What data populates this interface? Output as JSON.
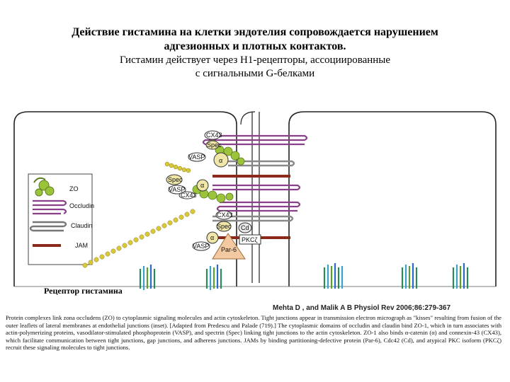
{
  "header": {
    "line1": "Действие гистамина на клетки эндотелия сопровождается нарушением",
    "line2": "адгезионных и плотных контактов.",
    "line3": "Гистамин действует через Н1-рецепторы, ассоциированные",
    "line4": "с сигнальными G-белками"
  },
  "legend": {
    "zo": "ZO",
    "occludin": "Occludin",
    "claudin": "Claudin",
    "jam": "JAM"
  },
  "proteins": {
    "cx43_a": "CX43",
    "spec_a": "Spec",
    "vasp_a": "VASP",
    "alpha_a": "α",
    "spec_b": "Spec",
    "vasp_b": "VASP",
    "cx43_b": "CX43",
    "alpha_b": "α",
    "cx43_c": "CX43",
    "spec_c": "Spec",
    "cd": "Cd",
    "pkc": "PKCζ",
    "par6": "Par-6",
    "vasp_c": "VASP",
    "alpha_c": "α"
  },
  "receptor_label": "Рецептор гистамина",
  "citation": "Mehta D , and Malik A B Physiol Rev 2006;86:279-367",
  "caption": "Protein complexes link zona occludens (ZO) to cytoplasmic signaling molecules and actin cytoskeleton. Tight junctions appear in transmission electron micrograph as \"kisses\" resulting from fusion of the outer leaflets of lateral membranes at endothelial junctions (inset). [Adapted from Predescu and Palade (719).] The cytoplasmic domains of occludin and claudin bind ZO-1, which in turn associates with actin-polymerizing proteins, vasodilator-stimulated phosphoprotein (VASP), and spectrin (Spec) linking tight junctions to the actin cytoskeleton. ZO-1 also binds α-catenin (α) and connexin-43 (CX43), which facilitate communication between tight junctions, gap junctions, and adherens junctions. JAMs by binding partitioning-defective protein (Par-6), Cdc42 (Cd), and atypical PKC isoform (PKCζ) recruit these signaling molecules to tight junctions."
}
